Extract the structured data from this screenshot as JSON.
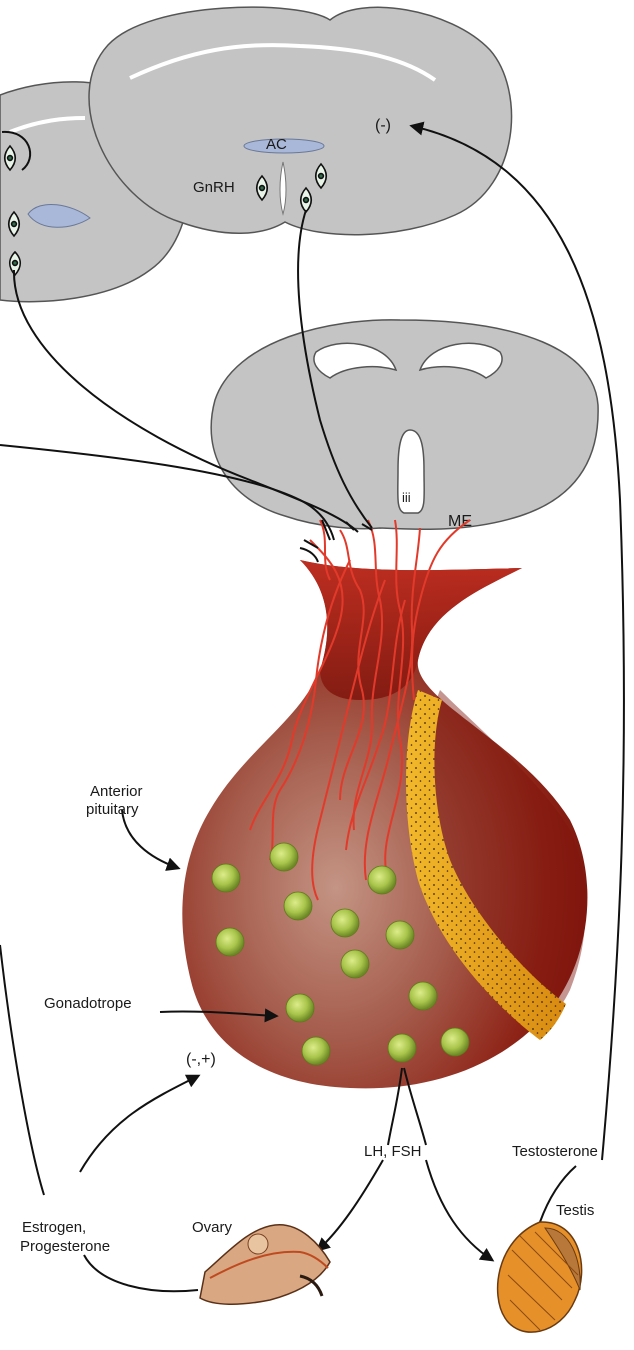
{
  "labels": {
    "ac": "AC",
    "gnrh": "GnRH",
    "neg_feedback_top": "(-)",
    "iii": "iii",
    "me": "ME",
    "anterior": "Anterior",
    "pituitary": "pituitary",
    "gonadotrope": "Gonadotrope",
    "mixed_feedback": "(-,+)",
    "lh_fsh": "LH, FSH",
    "testosterone": "Testosterone",
    "testis": "Testis",
    "estrogen": "Estrogen,",
    "progesterone": "Progesterone",
    "ovary": "Ovary"
  },
  "colors": {
    "brain_section": "#c4c4c4",
    "pituitary_dark": "#8e1a12",
    "pituitary_light": "#b57a6a",
    "gonadotrope_cell": "#a9c94a",
    "capillary": "#e23a2a",
    "posterior_band": "#e8a418"
  },
  "icons": {
    "neuron": "gnrh-neuron-icon",
    "ovary": "ovary-icon",
    "testis": "testis-icon"
  }
}
